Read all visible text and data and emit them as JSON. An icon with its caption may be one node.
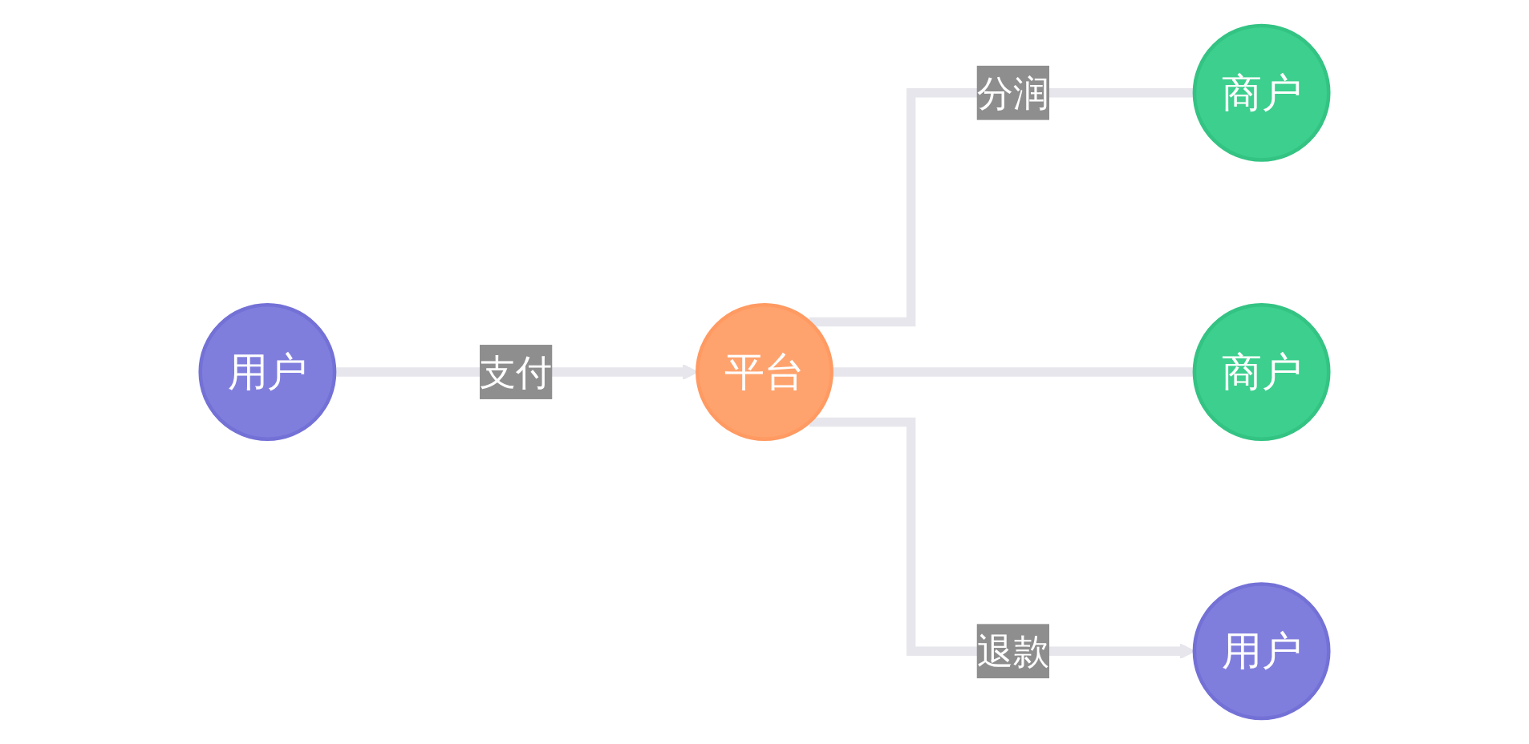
{
  "diagram": {
    "nodes": [
      {
        "text": [
          "平台"
        ]
      },
      {
        "text": [
          "商户"
        ]
      },
      {
        "text": [
          "商户"
        ]
      },
      {
        "text": [
          "用户"
        ]
      },
      {
        "text": [
          "用户"
        ]
      }
    ],
    "edges": [
      {
        "from": 3,
        "to": 0,
        "arrow": "to",
        "label": "支付"
      },
      {
        "from": 0,
        "to": 1,
        "arrow": "none",
        "label": "分润"
      },
      {
        "from": 0,
        "to": 2,
        "arrow": "none"
      },
      {
        "from": 0,
        "to": 4,
        "arrow": "to",
        "label": "退款"
      }
    ]
  }
}
